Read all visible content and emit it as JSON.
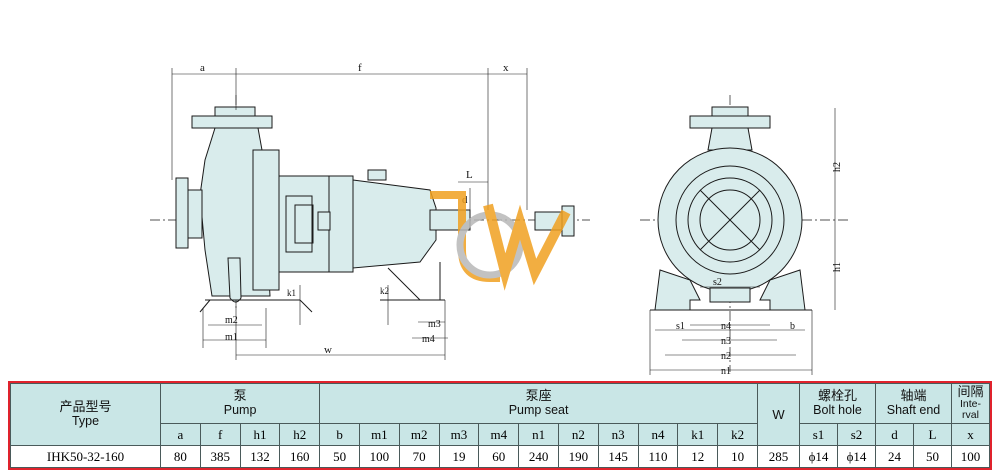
{
  "drawing": {
    "labels": {
      "a": "a",
      "f": "f",
      "x": "x",
      "L": "L",
      "d": "d",
      "k1": "k1",
      "k2": "k2",
      "m2": "m2",
      "m1": "m1",
      "w": "w",
      "m3": "m3",
      "m4": "m4",
      "h2": "h2",
      "h1": "h1",
      "s2": "s2",
      "s1": "s1",
      "n4": "n4",
      "b": "b",
      "n3": "n3",
      "n2": "n2",
      "n1": "n1"
    }
  },
  "table": {
    "type_zh": "产品型号",
    "type_en": "Type",
    "pump_zh": "泵",
    "pump_en": "Pump",
    "seat_zh": "泵座",
    "seat_en": "Pump seat",
    "w_label": "W",
    "bolt_zh": "螺栓孔",
    "bolt_en": "Bolt hole",
    "shaft_zh": "轴端",
    "shaft_en": "Shaft end",
    "interval_zh": "间隔",
    "interval_en1": "Inte-",
    "interval_en2": "rval",
    "columns": [
      "a",
      "f",
      "h1",
      "h2",
      "b",
      "m1",
      "m2",
      "m3",
      "m4",
      "n1",
      "n2",
      "n3",
      "n4",
      "k1",
      "k2",
      "s1",
      "s2",
      "d",
      "L",
      "x"
    ],
    "row": {
      "model": "IHK50-32-160",
      "a": "80",
      "f": "385",
      "h1": "132",
      "h2": "160",
      "b": "50",
      "m1": "100",
      "m2": "70",
      "m3": "19",
      "m4": "60",
      "n1": "240",
      "n2": "190",
      "n3": "145",
      "n4": "110",
      "k1": "12",
      "k2": "10",
      "W": "285",
      "s1": "ϕ14",
      "s2": "ϕ14",
      "d": "24",
      "L": "50",
      "x": "100"
    }
  },
  "colors": {
    "header_fill": "#c9e6e6",
    "border_red": "#e0222c",
    "logo_orange": "#f0a020",
    "logo_gray": "#b8b8b8"
  }
}
